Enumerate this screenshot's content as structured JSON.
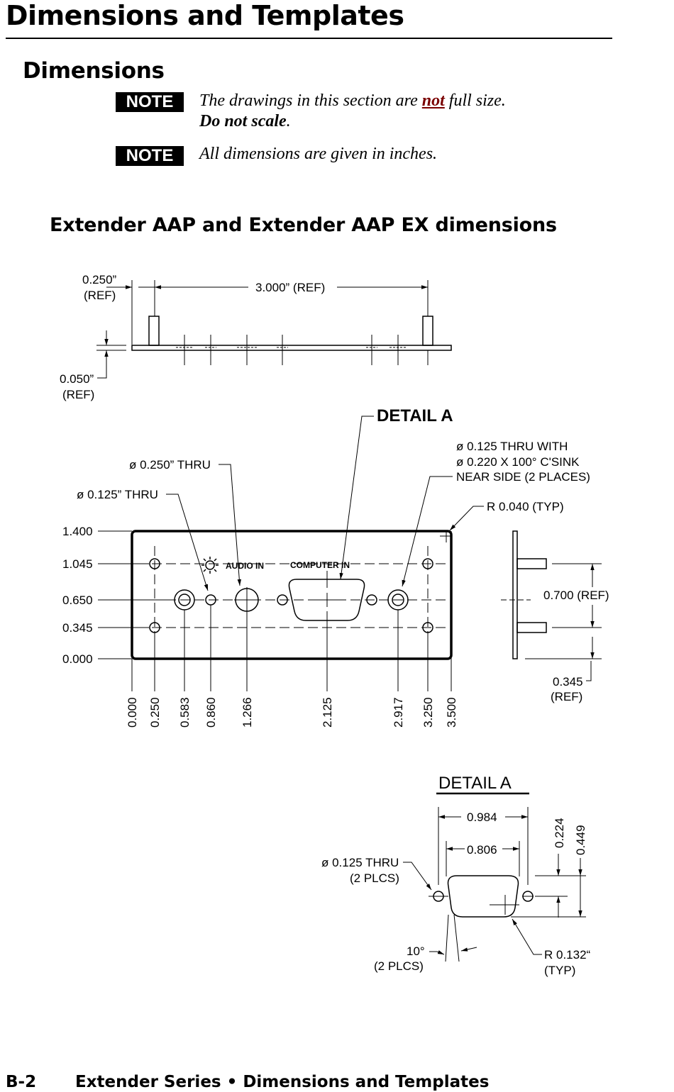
{
  "page": {
    "chapter_title": "Dimensions and Templates",
    "section_title": "Dimensions",
    "subsection_title": "Extender AAP and Extender AAP EX dimensions",
    "footer": {
      "page_number": "B-2",
      "running_title": "Extender Series • Dimensions and Templates"
    }
  },
  "notes": [
    {
      "badge": "NOTE",
      "line1_pre": "The drawings in this section are ",
      "line1_emph": "not",
      "line1_post": " full size.",
      "line2_bold": "Do not scale",
      "line2_post": "."
    },
    {
      "badge": "NOTE",
      "text": "All dimensions are given in inches."
    }
  ],
  "drawing": {
    "side_view": {
      "dim_top_left": "0.250”",
      "dim_top_left_ref": "(REF)",
      "dim_top_span": "3.000” (REF)",
      "dim_thickness": "0.050”",
      "dim_thickness_ref": "(REF)"
    },
    "detail_callout": "DETAIL  A",
    "callouts": {
      "hole_250": "ø 0.250” THRU",
      "hole_125": "ø 0.125” THRU",
      "csink_line1": "ø 0.125 THRU  WITH",
      "csink_line2": "ø 0.220 X 100° C'SINK",
      "csink_line3": "NEAR SIDE (2 PLACES)",
      "corner_radius": "R 0.040 (TYP)"
    },
    "panel_labels": {
      "audio_in": "AUDIO IN",
      "computer_in": "COMPUTER IN"
    },
    "y_dims": [
      "1.400",
      "1.045",
      "0.650",
      "0.345",
      "0.000"
    ],
    "x_dims": [
      "0.000",
      "0.250",
      "0.583",
      "0.860",
      "1.266",
      "2.125",
      "2.917",
      "3.250",
      "3.500"
    ],
    "edge_view": {
      "dim_spacing": "0.700 (REF)",
      "dim_bottom": "0.345",
      "dim_bottom_ref": "(REF)"
    },
    "detail_a": {
      "title": "DETAIL  A",
      "dim_outer": "0.984",
      "dim_inner": "0.806",
      "dim_v_small": "0.224",
      "dim_v_large": "0.449",
      "hole_line1": "ø 0.125 THRU",
      "hole_line2": "(2 PLCS)",
      "angle_line1": "10°",
      "angle_line2": "(2 PLCS)",
      "radius_line1": "R 0.132“",
      "radius_line2": "(TYP)"
    }
  }
}
